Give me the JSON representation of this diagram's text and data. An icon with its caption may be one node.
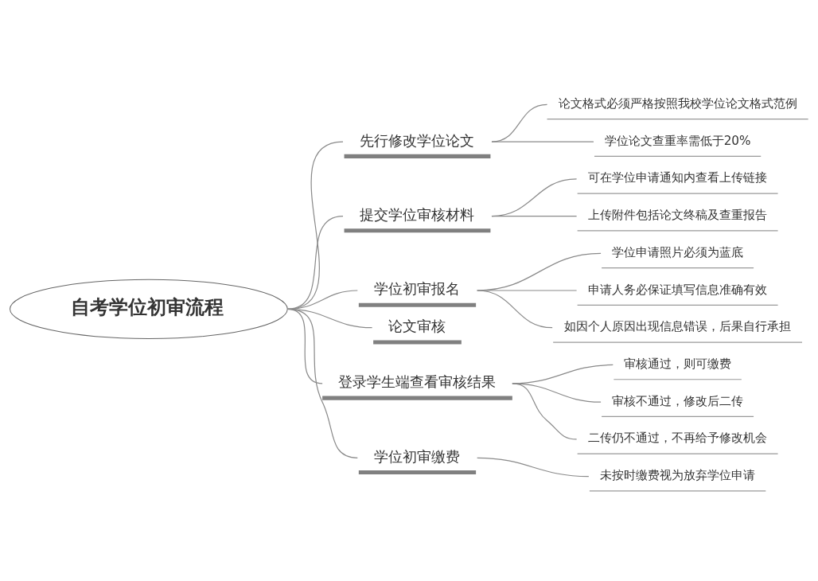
{
  "diagram": {
    "nodes": [
      {
        "text": [
          "自考学位初审流程"
        ]
      },
      {
        "text": [
          "先行修改学位论文"
        ]
      },
      {
        "text": [
          "论文格式必须严格按照我校学位论文格式范例"
        ]
      },
      {
        "text": [
          "学位论文查重率需低于20%"
        ]
      },
      {
        "text": [
          "提交学位审核材料"
        ]
      },
      {
        "text": [
          "可在学位申请通知内查看上传链接"
        ]
      },
      {
        "text": [
          "上传附件包括论文终稿及查重报告"
        ]
      },
      {
        "text": [
          "学位初审报名"
        ]
      },
      {
        "text": [
          "学位申请照片必须为蓝底"
        ]
      },
      {
        "text": [
          "申请人务必保证填写信息准确有效"
        ]
      },
      {
        "text": [
          "如因个人原因出现信息错误，后果自行承担"
        ]
      },
      {
        "text": [
          "论文审核"
        ]
      },
      {
        "text": [
          "登录学生端查看审核结果"
        ]
      },
      {
        "text": [
          "审核通过，则可缴费"
        ]
      },
      {
        "text": [
          "审核不通过，修改后二传"
        ]
      },
      {
        "text": [
          "二传仍不通过，不再给予修改机会"
        ]
      },
      {
        "text": [
          "学位初审缴费"
        ]
      },
      {
        "text": [
          "未按时缴费视为放弃学位申请"
        ]
      }
    ],
    "edges": [
      {
        "from": 0,
        "to": 1,
        "arrow": "none"
      },
      {
        "from": 1,
        "to": 2,
        "arrow": "none"
      },
      {
        "from": 1,
        "to": 3,
        "arrow": "none"
      },
      {
        "from": 0,
        "to": 4,
        "arrow": "none"
      },
      {
        "from": 4,
        "to": 5,
        "arrow": "none"
      },
      {
        "from": 4,
        "to": 6,
        "arrow": "none"
      },
      {
        "from": 0,
        "to": 7,
        "arrow": "none"
      },
      {
        "from": 7,
        "to": 8,
        "arrow": "none"
      },
      {
        "from": 7,
        "to": 9,
        "arrow": "none"
      },
      {
        "from": 7,
        "to": 10,
        "arrow": "none"
      },
      {
        "from": 0,
        "to": 11,
        "arrow": "none"
      },
      {
        "from": 0,
        "to": 12,
        "arrow": "none"
      },
      {
        "from": 12,
        "to": 13,
        "arrow": "none"
      },
      {
        "from": 12,
        "to": 14,
        "arrow": "none"
      },
      {
        "from": 12,
        "to": 15,
        "arrow": "none"
      },
      {
        "from": 0,
        "to": 16,
        "arrow": "none"
      },
      {
        "from": 16,
        "to": 17,
        "arrow": "none"
      }
    ]
  }
}
